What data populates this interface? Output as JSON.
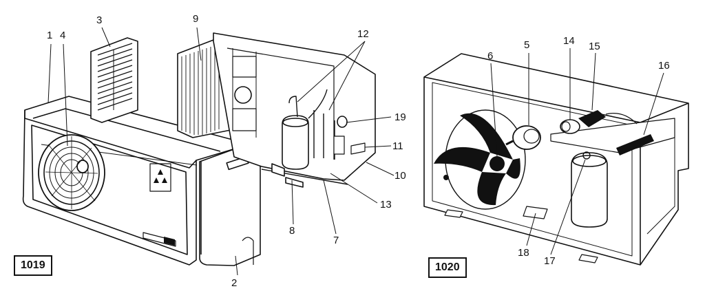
{
  "figures": [
    {
      "id": "1019",
      "label": "1019"
    },
    {
      "id": "1020",
      "label": "1020"
    }
  ],
  "callouts": [
    "1",
    "2",
    "3",
    "4",
    "5",
    "6",
    "7",
    "8",
    "9",
    "10",
    "11",
    "12",
    "13",
    "14",
    "15",
    "16",
    "17",
    "18",
    "19"
  ]
}
